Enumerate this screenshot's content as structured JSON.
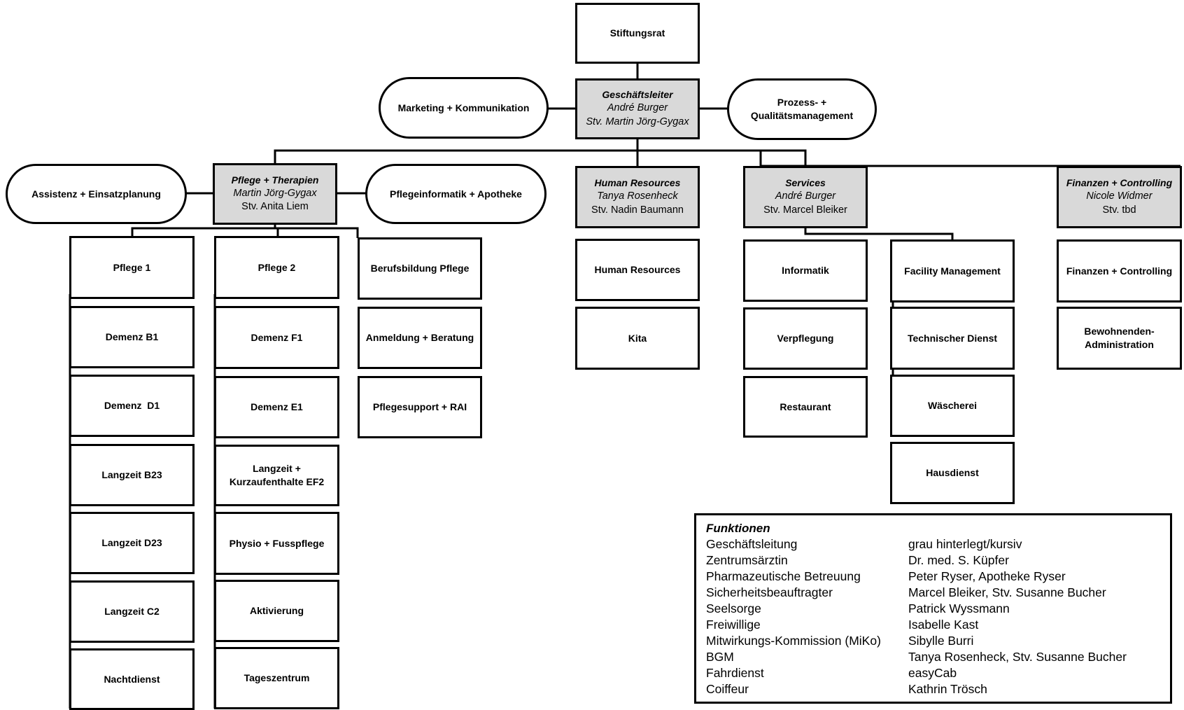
{
  "stiftungsrat": "Stiftungsrat",
  "geschaeftsleiter": {
    "title": "Geschäftsleiter",
    "name": "André Burger",
    "deputy": "Stv. Martin Jörg-Gygax"
  },
  "marketing": "Marketing + Kommunikation",
  "prozess": {
    "line1": "Prozess- +",
    "line2": "Qualitätsmanagement"
  },
  "pflege": {
    "title": "Pflege + Therapien",
    "name": "Martin Jörg-Gygax",
    "deputy": "Stv. Anita Liem",
    "assistenz": "Assistenz + Einsatzplanung",
    "pflegeinformatik": "Pflegeinformatik + Apotheke",
    "col1": [
      "Pflege 1",
      "Demenz B1",
      "Demenz  D1",
      "Langzeit B23",
      "Langzeit D23",
      "Langzeit C2",
      "Nachtdienst"
    ],
    "col2": [
      "Pflege 2",
      "Demenz F1",
      "Demenz E1",
      "Langzeit +",
      "Physio + Fusspflege",
      "Aktivierung",
      "Tageszentrum"
    ],
    "col2_line2": "Kurzaufenthalte EF2",
    "col3": [
      "Berufsbildung Pflege",
      "Anmeldung + Beratung",
      "Pflegesupport + RAI"
    ]
  },
  "hr": {
    "title": "Human Resources",
    "name": "Tanya Rosenheck",
    "deputy": "Stv. Nadin Baumann",
    "units": [
      "Human Resources",
      "Kita"
    ]
  },
  "services": {
    "title": "Services",
    "name": "André Burger",
    "deputy": "Stv. Marcel Bleiker",
    "col1": [
      "Informatik",
      "Verpflegung",
      "Restaurant"
    ],
    "col2": [
      "Facility Management",
      "Technischer Dienst",
      "Wäscherei",
      "Hausdienst"
    ]
  },
  "finanzen": {
    "title": "Finanzen + Controlling",
    "name": "Nicole Widmer",
    "deputy": "Stv. tbd",
    "units": [
      "Finanzen + Controlling",
      "Bewohnenden-"
    ],
    "unit2_line2": "Administration"
  },
  "funktionen": {
    "title": "Funktionen",
    "rows": [
      {
        "role": "Geschäftsleitung",
        "person": "grau hinterlegt/kursiv"
      },
      {
        "role": "Zentrumsärztin",
        "person": "Dr. med. S. Küpfer"
      },
      {
        "role": "Pharmazeutische Betreuung",
        "person": "Peter Ryser, Apotheke Ryser"
      },
      {
        "role": "Sicherheitsbeauftragter",
        "person": "Marcel Bleiker, Stv. Susanne Bucher"
      },
      {
        "role": "Seelsorge",
        "person": "Patrick Wyssmann"
      },
      {
        "role": "Freiwillige",
        "person": "Isabelle Kast"
      },
      {
        "role": "Mitwirkungs-Kommission (MiKo)",
        "person": "Sibylle Burri"
      },
      {
        "role": "BGM",
        "person": "Tanya Rosenheck, Stv. Susanne Bucher"
      },
      {
        "role": "Fahrdienst",
        "person": "easyCab"
      },
      {
        "role": "Coiffeur",
        "person": "Kathrin Trösch"
      }
    ]
  }
}
